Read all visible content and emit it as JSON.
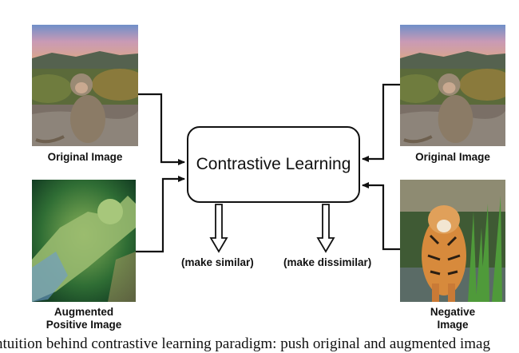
{
  "images": {
    "original_left": {
      "label": "Original Image",
      "icon": "monkey-photo"
    },
    "augmented": {
      "label_line1": "Augmented",
      "label_line2": "Positive Image",
      "icon": "augmented-monkey-photo"
    },
    "original_right": {
      "label": "Original Image",
      "icon": "monkey-photo"
    },
    "negative": {
      "label_line1": "Negative",
      "label_line2": "Image",
      "icon": "tiger-photo"
    }
  },
  "center_box": {
    "label": "Contrastive Learning"
  },
  "outputs": {
    "similar": "(make similar)",
    "dissimilar": "(make dissimilar)"
  },
  "caption": "ntuition behind contrastive learning paradigm: push original and augmented imag",
  "colors": {
    "stroke": "#111111",
    "background": "#ffffff"
  }
}
